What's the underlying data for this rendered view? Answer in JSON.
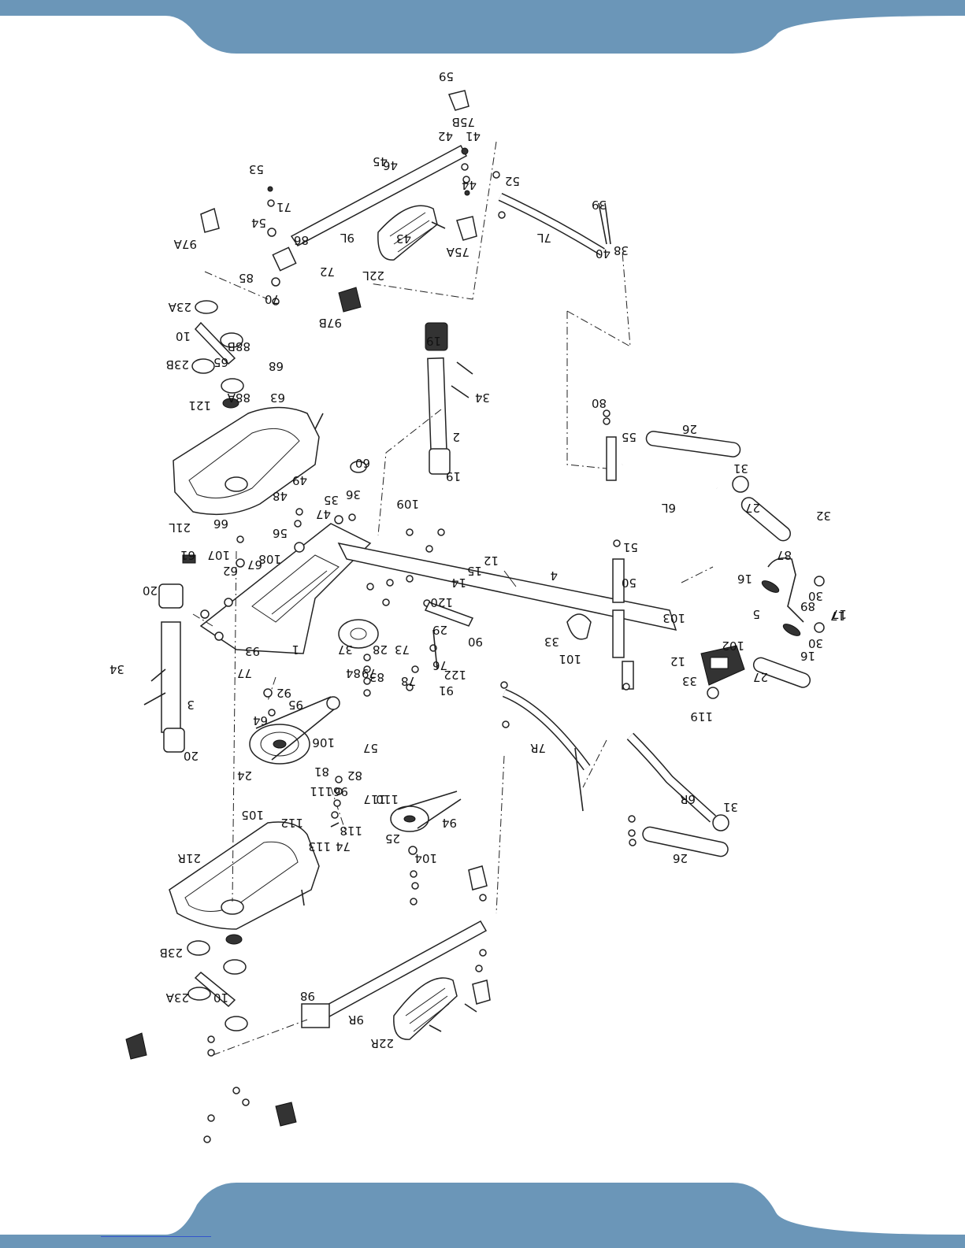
{
  "page": {
    "header_color": "#6b96b8",
    "footer_color": "#6b96b8",
    "diagram_type": "exploded parts view (elliptical trainer)"
  },
  "parts": {
    "p1": "1",
    "p2": "2",
    "p3": "3",
    "p4": "4",
    "p5": "5",
    "p6L": "6L",
    "p6R": "6R",
    "p7L": "7L",
    "p7R": "7R",
    "p9L": "9L",
    "p9R": "9R",
    "p10a": "10",
    "p10b": "10",
    "p12a": "12",
    "p12b": "12",
    "p14": "14",
    "p15": "15",
    "p16a": "16",
    "p16b": "16",
    "p17a": "17",
    "p17b": "17",
    "p19a": "19",
    "p19b": "19",
    "p20a": "20",
    "p20b": "20",
    "p21L": "21L",
    "p21R": "21R",
    "p22L": "22L",
    "p22R": "22R",
    "p23Aa": "23A",
    "p23Ab": "23A",
    "p23Ba": "23B",
    "p23Bb": "23B",
    "p24": "24",
    "p25": "25",
    "p26a": "26",
    "p26b": "26",
    "p27a": "27",
    "p27b": "27",
    "p28": "28",
    "p29": "29",
    "p30a": "30",
    "p30b": "30",
    "p31a": "31",
    "p31b": "31",
    "p32": "32",
    "p33a": "33",
    "p33b": "33",
    "p34a": "34",
    "p34b": "34",
    "p35": "35",
    "p36": "36",
    "p37": "37",
    "p38": "38",
    "p39": "39",
    "p40": "40",
    "p41": "41",
    "p42": "42",
    "p43": "43",
    "p44": "44",
    "p45": "45",
    "p46": "46",
    "p47": "47",
    "p48": "48",
    "p49": "49",
    "p50": "50",
    "p51": "51",
    "p52": "52",
    "p53": "53",
    "p54": "54",
    "p55": "55",
    "p56": "56",
    "p57": "57",
    "p59": "59",
    "p60": "60",
    "p61": "61",
    "p62": "62",
    "p63": "63",
    "p64": "64",
    "p65": "65",
    "p66": "66",
    "p67": "67",
    "p68": "68",
    "p70": "70",
    "p71": "71",
    "p72": "72",
    "p73": "73",
    "p74": "74",
    "p75A": "75A",
    "p75B": "75B",
    "p76": "76",
    "p77": "77",
    "p78": "78",
    "p79": "79",
    "p80": "80",
    "p81": "81",
    "p82": "82",
    "p83": "83",
    "p84": "84",
    "p85": "85",
    "p86": "86",
    "p87": "87",
    "p88A": "88A",
    "p88B": "88B",
    "p89": "89",
    "p90": "90",
    "p91": "91",
    "p92": "92",
    "p93": "93",
    "p94": "94",
    "p95": "95",
    "p96": "96",
    "p97A": "97A",
    "p97B": "97B",
    "p98": "98",
    "p101": "101",
    "p102": "102",
    "p103": "103",
    "p104": "104",
    "p105": "105",
    "p106": "106",
    "p107": "107",
    "p108": "108",
    "p109": "109",
    "p110": "110",
    "p111": "111",
    "p112": "112",
    "p113": "113",
    "p117": "117",
    "p118": "118",
    "p119": "119",
    "p120": "120",
    "p121": "121",
    "p122": "122"
  }
}
